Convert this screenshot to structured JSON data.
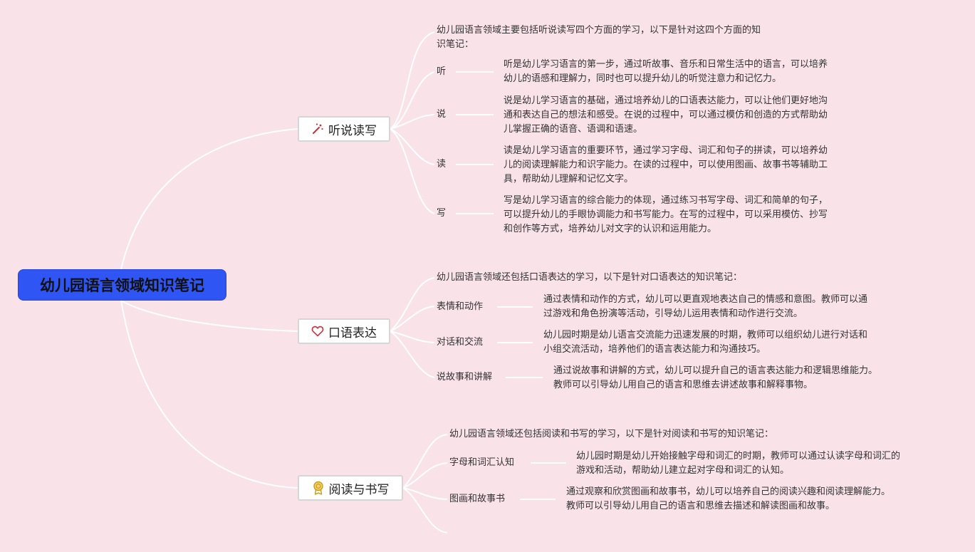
{
  "root": {
    "title": "幼儿园语言领域知识笔记"
  },
  "branches": [
    {
      "label": "听说读写",
      "icon": "magic-wand-icon",
      "intro": [
        "幼儿园语言领域主要包括听说读写四个方面的学习，以下是针对这四个方面的知",
        "识笔记："
      ],
      "items": [
        {
          "label": "听",
          "text": [
            "听是幼儿学习语言的第一步，通过听故事、音乐和日常生活中的语言，可以培养",
            "幼儿的语感和理解力，同时也可以提升幼儿的听觉注意力和记忆力。"
          ]
        },
        {
          "label": "说",
          "text": [
            "说是幼儿学习语言的基础，通过培养幼儿的口语表达能力，可以让他们更好地沟",
            "通和表达自己的想法和感受。在说的过程中，可以通过模仿和创造的方式帮助幼",
            "儿掌握正确的语音、语调和语速。"
          ]
        },
        {
          "label": "读",
          "text": [
            "读是幼儿学习语言的重要环节，通过学习字母、词汇和句子的拼读，可以培养幼",
            "儿的阅读理解能力和识字能力。在读的过程中，可以使用图画、故事书等辅助工",
            "具，帮助幼儿理解和记忆文字。"
          ]
        },
        {
          "label": "写",
          "text": [
            "写是幼儿学习语言的综合能力的体现，通过练习书写字母、词汇和简单的句子，",
            "可以提升幼儿的手眼协调能力和书写能力。在写的过程中，可以采用模仿、抄写",
            "和创作等方式，培养幼儿对文字的认识和运用能力。"
          ]
        }
      ]
    },
    {
      "label": "口语表达",
      "icon": "heart-icon",
      "intro": [
        "幼儿园语言领域还包括口语表达的学习，以下是针对口语表达的知识笔记："
      ],
      "items": [
        {
          "label": "表情和动作",
          "text": [
            "通过表情和动作的方式，幼儿可以更直观地表达自己的情感和意图。教师可以通",
            "过游戏和角色扮演等活动，引导幼儿运用表情和动作进行交流。"
          ]
        },
        {
          "label": "对话和交流",
          "text": [
            "幼儿园时期是幼儿语言交流能力迅速发展的时期，教师可以组织幼儿进行对话和",
            "小组交流活动，培养他们的语言表达能力和沟通技巧。"
          ]
        },
        {
          "label": "说故事和讲解",
          "text": [
            "通过说故事和讲解的方式，幼儿可以提升自己的语言表达能力和逻辑思维能力。",
            "教师可以引导幼儿用自己的语言和思维去讲述故事和解释事物。"
          ]
        }
      ]
    },
    {
      "label": "阅读与书写",
      "icon": "award-ribbon-icon",
      "intro": [
        "幼儿园语言领域还包括阅读和书写的学习，以下是针对阅读和书写的知识笔记："
      ],
      "items": [
        {
          "label": "字母和词汇认知",
          "text": [
            "幼儿园时期是幼儿开始接触字母和词汇的时期，教师可以通过认读字母和词汇的",
            "游戏和活动，帮助幼儿建立起对字母和词汇的认知。"
          ]
        },
        {
          "label": "图画和故事书",
          "text": [
            "通过观察和欣赏图画和故事书，幼儿可以培养自己的阅读兴趣和阅读理解能力。",
            "教师可以引导幼儿用自己的语言和思维去描述和解读图画和故事。"
          ]
        }
      ]
    }
  ],
  "colors": {
    "background": "#f9e3e9",
    "root_fill": "#2f56f5",
    "connector": "#ffffff"
  }
}
